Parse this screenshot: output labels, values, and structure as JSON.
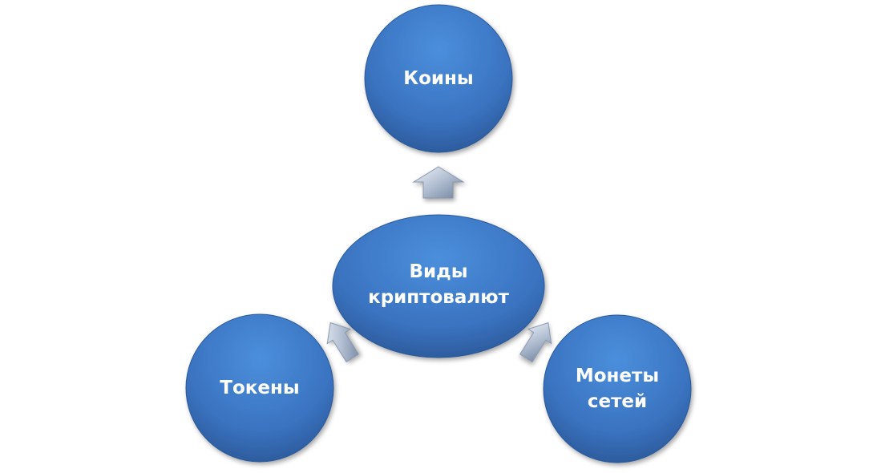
{
  "center": {
    "label_line1": "Виды",
    "label_line2": "криптовалют"
  },
  "nodes": {
    "top": {
      "label": "Коины"
    },
    "left": {
      "label": "Токены"
    },
    "right": {
      "label_line1": "Монеты",
      "label_line2": "сетей"
    }
  },
  "colors": {
    "node_light": "#4a8ad8",
    "node_dark": "#2f62a6",
    "arrow_light": "#d6dde9",
    "arrow_dark": "#7e8fa8"
  }
}
